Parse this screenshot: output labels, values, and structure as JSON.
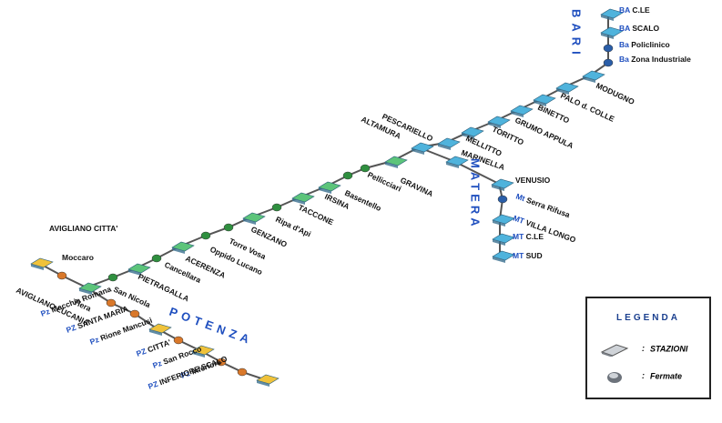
{
  "colors": {
    "ba_line": "#4fb3dc",
    "mt_line": "#4fb3dc",
    "pz_line": "#f0c23a",
    "main_line": "#5cc47a",
    "stop_green": "#2f8f3f",
    "stop_orange": "#d9782a",
    "stop_blue": "#2a5ea8",
    "city_label": "#1f4fbf"
  },
  "cities": {
    "bari": "BARI",
    "matera": "MATERA",
    "potenza": "POTENZA"
  },
  "stations": [
    {
      "id": "ba-cle",
      "prefix": "BA",
      "name": "C.LE",
      "kind": "station",
      "line": "ba"
    },
    {
      "id": "ba-scalo",
      "prefix": "BA",
      "name": "SCALO",
      "kind": "station",
      "line": "ba"
    },
    {
      "id": "ba-policlinico",
      "prefix": "Ba",
      "name": "Policlinico",
      "kind": "stop",
      "line": "ba"
    },
    {
      "id": "ba-zona-ind",
      "prefix": "Ba",
      "name": "Zona Industriale",
      "kind": "stop",
      "line": "ba"
    },
    {
      "id": "modugno",
      "prefix": "",
      "name": "MODUGNO",
      "kind": "station",
      "line": "ba"
    },
    {
      "id": "palo",
      "prefix": "",
      "name": "PALO d. COLLE",
      "kind": "station",
      "line": "ba"
    },
    {
      "id": "binetto",
      "prefix": "",
      "name": "BINETTO",
      "kind": "station",
      "line": "ba"
    },
    {
      "id": "grumo",
      "prefix": "",
      "name": "GRUMO APPULA",
      "kind": "station",
      "line": "ba"
    },
    {
      "id": "toritto",
      "prefix": "",
      "name": "TORITTO",
      "kind": "station",
      "line": "ba"
    },
    {
      "id": "mellitto",
      "prefix": "",
      "name": "MELLITTO",
      "kind": "station",
      "line": "ba"
    },
    {
      "id": "pescariello",
      "prefix": "",
      "name": "PESCARIELLO",
      "kind": "station",
      "line": "ba"
    },
    {
      "id": "altamura",
      "prefix": "",
      "name": "ALTAMURA",
      "kind": "station",
      "line": "ba"
    },
    {
      "id": "marinella",
      "prefix": "",
      "name": "MARINELLA",
      "kind": "station",
      "line": "mt"
    },
    {
      "id": "venusio",
      "prefix": "",
      "name": "VENUSIO",
      "kind": "station",
      "line": "mt"
    },
    {
      "id": "mt-serra",
      "prefix": "Mt",
      "name": "Serra Rifusa",
      "kind": "stop",
      "line": "mt"
    },
    {
      "id": "mt-villa",
      "prefix": "MT",
      "name": "VILLA LONGO",
      "kind": "station",
      "line": "mt"
    },
    {
      "id": "mt-cle",
      "prefix": "MT",
      "name": "C.LE",
      "kind": "station",
      "line": "mt"
    },
    {
      "id": "mt-sud",
      "prefix": "MT",
      "name": "SUD",
      "kind": "station",
      "line": "mt"
    },
    {
      "id": "gravina",
      "prefix": "",
      "name": "GRAVINA",
      "kind": "station",
      "line": "main"
    },
    {
      "id": "pellicciari",
      "prefix": "",
      "name": "Pellicciari",
      "kind": "stop",
      "line": "main"
    },
    {
      "id": "basentello",
      "prefix": "",
      "name": "Basentello",
      "kind": "stop",
      "line": "main"
    },
    {
      "id": "irsina",
      "prefix": "",
      "name": "IRSINA",
      "kind": "station",
      "line": "main"
    },
    {
      "id": "taccone",
      "prefix": "",
      "name": "TACCONE",
      "kind": "station",
      "line": "main"
    },
    {
      "id": "ripa",
      "prefix": "",
      "name": "Ripa d'Api",
      "kind": "stop",
      "line": "main"
    },
    {
      "id": "genzano",
      "prefix": "",
      "name": "GENZANO",
      "kind": "station",
      "line": "main"
    },
    {
      "id": "torre-vosa",
      "prefix": "",
      "name": "Torre Vosa",
      "kind": "stop",
      "line": "main"
    },
    {
      "id": "oppido",
      "prefix": "",
      "name": "Oppido Lucano",
      "kind": "stop",
      "line": "main"
    },
    {
      "id": "acerenza",
      "prefix": "",
      "name": "ACERENZA",
      "kind": "station",
      "line": "main"
    },
    {
      "id": "cancellara",
      "prefix": "",
      "name": "Cancellara",
      "kind": "stop",
      "line": "main"
    },
    {
      "id": "pietragalla",
      "prefix": "",
      "name": "PIETRAGALLA",
      "kind": "station",
      "line": "main"
    },
    {
      "id": "san-nicola",
      "prefix": "",
      "name": "San Nicola",
      "kind": "stop",
      "line": "main"
    },
    {
      "id": "avigliano-lucania",
      "prefix": "",
      "name": "AVIGLIANO LUCANIA",
      "kind": "station",
      "line": "main"
    },
    {
      "id": "moccaro",
      "prefix": "",
      "name": "Moccaro",
      "kind": "stop",
      "line": "av"
    },
    {
      "id": "avigliano-citta",
      "prefix": "",
      "name": "AVIGLIANO CITTA'",
      "kind": "station",
      "line": "av"
    },
    {
      "id": "tiera",
      "prefix": "",
      "name": "Tiera",
      "kind": "stop",
      "line": "pz"
    },
    {
      "id": "pz-macchia",
      "prefix": "Pz",
      "name": "Macchia Romana",
      "kind": "stop",
      "line": "pz"
    },
    {
      "id": "pz-santa-maria",
      "prefix": "PZ",
      "name": "SANTA MARIA",
      "kind": "station",
      "line": "pz"
    },
    {
      "id": "pz-rione",
      "prefix": "Pz",
      "name": "Rione Mancusi",
      "kind": "stop",
      "line": "pz"
    },
    {
      "id": "pz-citta",
      "prefix": "PZ",
      "name": "CITTA'",
      "kind": "station",
      "line": "pz"
    },
    {
      "id": "pz-san-rocco",
      "prefix": "Pz",
      "name": "San Rocco",
      "kind": "stop",
      "line": "pz"
    },
    {
      "id": "pz-inferiore",
      "prefix": "Pz",
      "name": "Inferiore",
      "kind": "stop",
      "line": "pz"
    },
    {
      "id": "pz-inferiore-scalo",
      "prefix": "PZ",
      "name": "INFERIORE SCALO",
      "kind": "station",
      "line": "pz"
    }
  ],
  "legend": {
    "title": "LEGENDA",
    "stations_label": "STAZIONI",
    "stops_label": "Fermate",
    "colon": ":"
  }
}
